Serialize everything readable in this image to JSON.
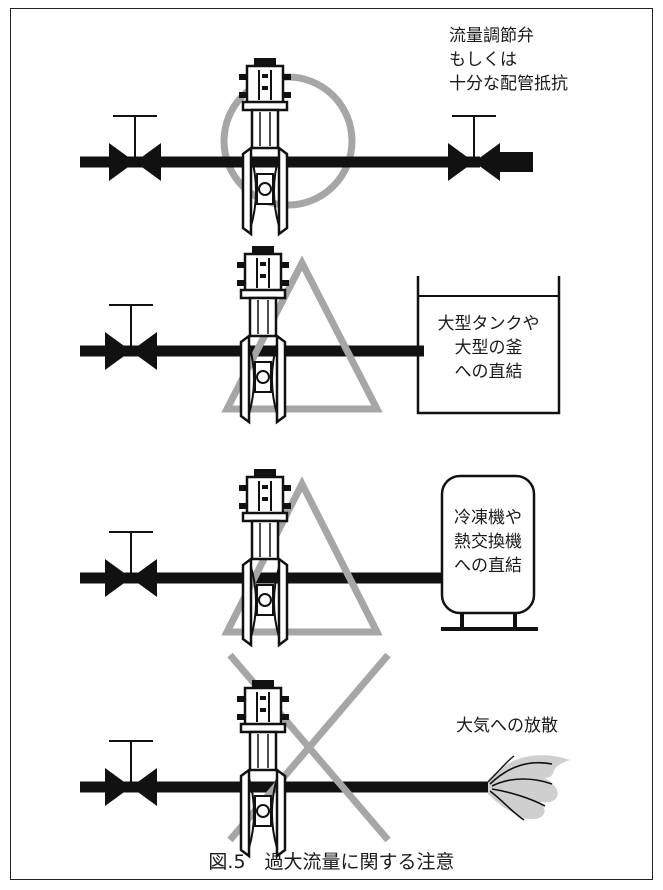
{
  "figure": {
    "caption": "図.5　過大流量に関する注意"
  },
  "scenarios": [
    {
      "verdict_symbol": "circle",
      "label_lines": [
        "流量調節弁",
        "もしくは",
        "十分な配管抵抗"
      ]
    },
    {
      "verdict_symbol": "triangle",
      "label_lines": [
        "大型タンクや",
        "大型の釜",
        "への直結"
      ]
    },
    {
      "verdict_symbol": "triangle",
      "label_lines": [
        "冷凍機や",
        "熱交換機",
        "への直結"
      ]
    },
    {
      "verdict_symbol": "cross",
      "label_lines": [
        "大気への放散"
      ]
    }
  ],
  "colors": {
    "symbol": "#a6a6a6",
    "pipe": "#111111",
    "frame": "#222222"
  }
}
